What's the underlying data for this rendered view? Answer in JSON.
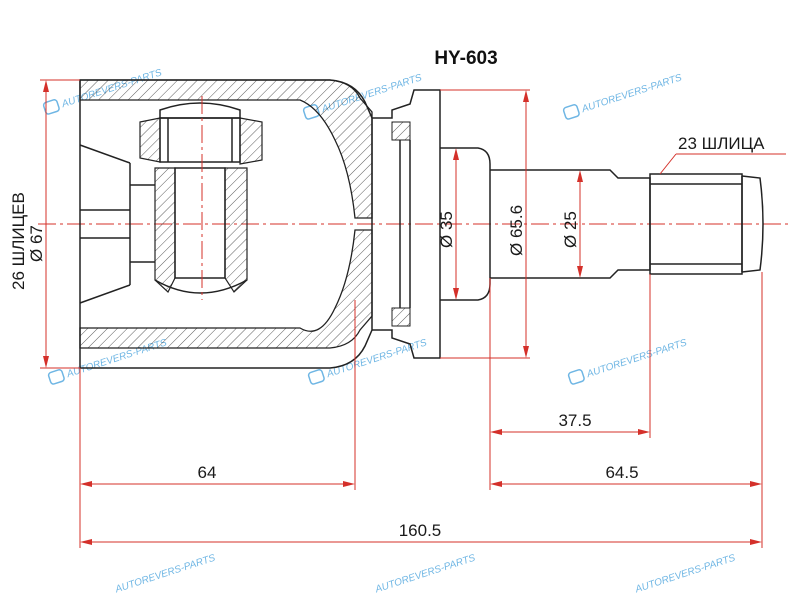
{
  "title": "HY-603",
  "watermark": "AUTOREVERS-PARTS",
  "labels": {
    "left_splines": "26 ШЛИЦЕВ",
    "left_diameter": "Ø 67",
    "d35": "Ø 35",
    "d656": "Ø 65.6",
    "d25": "Ø 25",
    "right_splines": "23 ШЛИЦА",
    "len_37_5": "37.5",
    "len_64": "64",
    "len_64_5": "64.5",
    "len_160_5": "160.5"
  },
  "colors": {
    "line": "#222222",
    "dimension": "#d4302a",
    "watermark": "#6fb6e4"
  }
}
